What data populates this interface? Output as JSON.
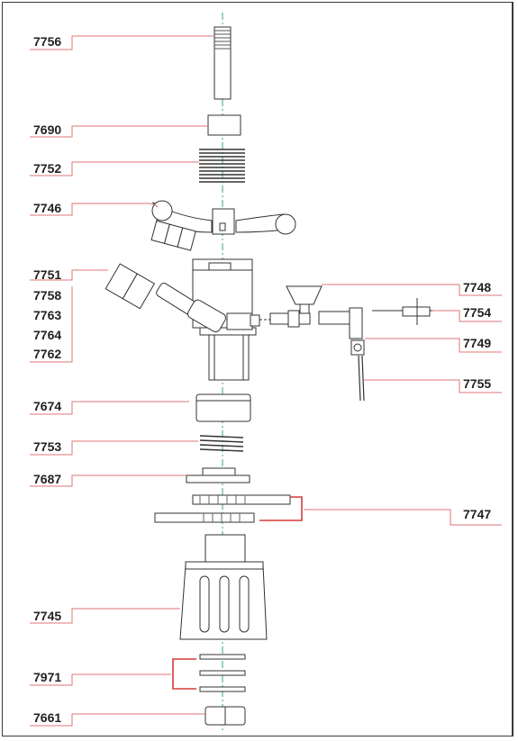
{
  "diagram": {
    "parts_left": [
      {
        "id": "p7756",
        "label": "7756"
      },
      {
        "id": "p7690",
        "label": "7690"
      },
      {
        "id": "p7752",
        "label": "7752"
      },
      {
        "id": "p7746",
        "label": "7746"
      },
      {
        "id": "p7751",
        "label": "7751"
      },
      {
        "id": "p7758",
        "label": "7758"
      },
      {
        "id": "p7763",
        "label": "7763"
      },
      {
        "id": "p7764",
        "label": "7764"
      },
      {
        "id": "p7762",
        "label": "7762"
      },
      {
        "id": "p7674",
        "label": "7674"
      },
      {
        "id": "p7753",
        "label": "7753"
      },
      {
        "id": "p7687",
        "label": "7687"
      },
      {
        "id": "p7745",
        "label": "7745"
      },
      {
        "id": "p7971",
        "label": "7971"
      },
      {
        "id": "p7661",
        "label": "7661"
      }
    ],
    "parts_right": [
      {
        "id": "p7748",
        "label": "7748"
      },
      {
        "id": "p7754",
        "label": "7754"
      },
      {
        "id": "p7749",
        "label": "7749"
      },
      {
        "id": "p7755",
        "label": "7755"
      },
      {
        "id": "p7747",
        "label": "7747"
      }
    ],
    "colors": {
      "leader": "#e07575",
      "bracket": "#d63a3a",
      "line": "#333333",
      "centerline": "#3aa86a",
      "text": "#222222"
    }
  }
}
